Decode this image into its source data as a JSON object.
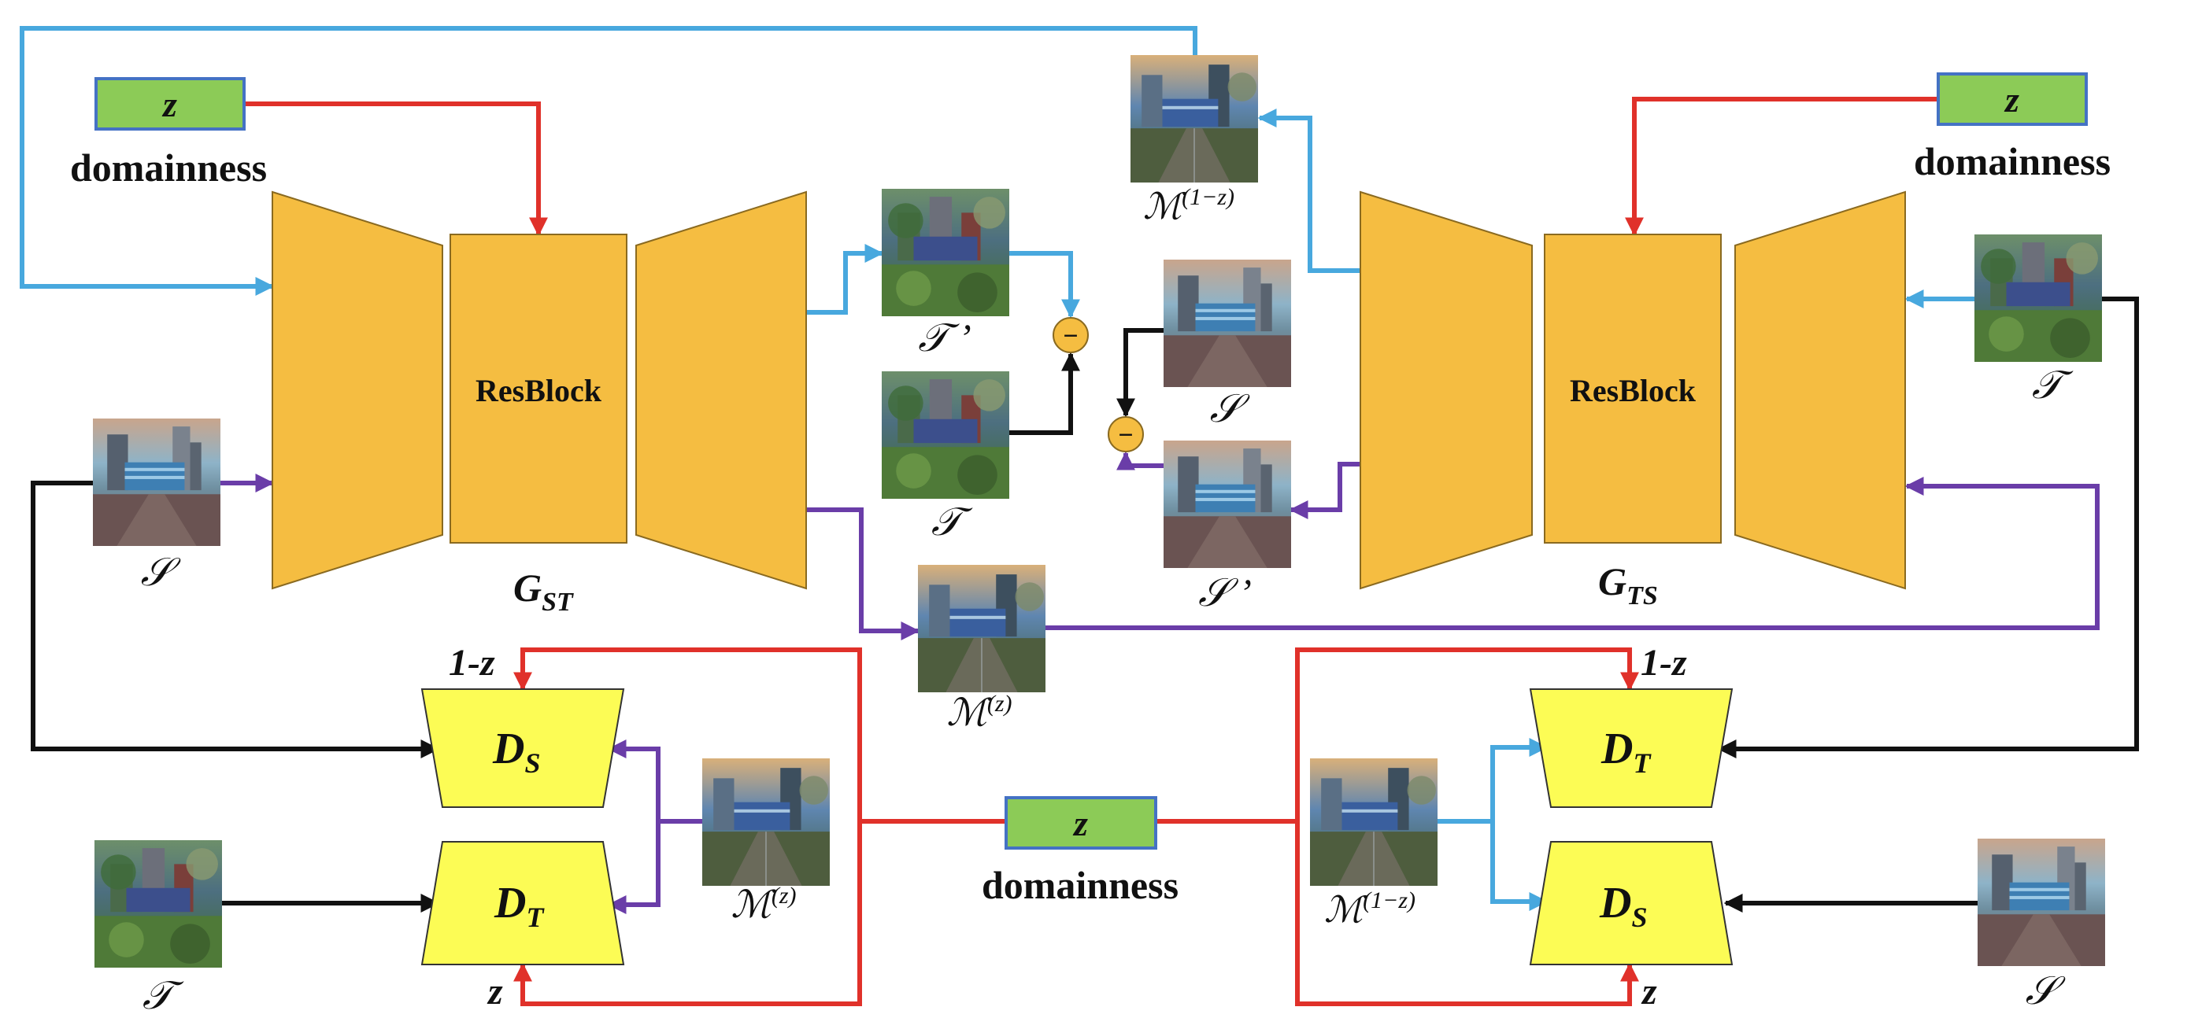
{
  "labels": {
    "z": "z",
    "domainness": "domainness",
    "resblock": "ResBlock",
    "g_st_main": "G",
    "g_st_sub": "ST",
    "g_ts_main": "G",
    "g_ts_sub": "TS",
    "d_main": "D",
    "d_sub_s": "S",
    "d_sub_t": "T",
    "one_minus_z": "1-z",
    "minus": "−"
  },
  "image_captions": {
    "S": "𝒮",
    "T": "𝒯",
    "T_prime": "𝒯 ’",
    "S_prime": "𝒮 ’",
    "M_base": "ℳ",
    "M_z_sup": "(z)",
    "M_1mz_sup": "(1−z)"
  },
  "colors": {
    "generator_fill": "#F5BD41",
    "discriminator_fill": "#FCFC55",
    "z_box_fill": "#8CCB57",
    "z_box_stroke": "#4472C4",
    "red_arrow": "#E0312A",
    "blue_arrow": "#48A8DE",
    "purple_arrow": "#6A3DA8",
    "black_arrow": "#111111",
    "subtract_fill": "#F5BD41"
  },
  "image_kinds": {
    "S": "city-source",
    "T": "painting-target",
    "mixed": "mixed-domain"
  }
}
